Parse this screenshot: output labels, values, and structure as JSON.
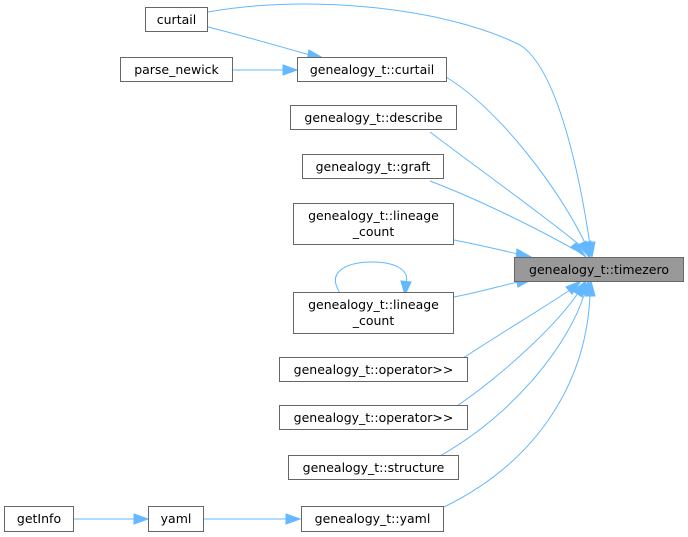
{
  "diagram": {
    "colors": {
      "edge": "#63b8ff",
      "node_border": "#666666",
      "focus_fill": "#999999",
      "background": "#ffffff"
    },
    "focus_node": "genealogy_t::timezero",
    "nodes": {
      "timezero": "genealogy_t::timezero",
      "curtail": "curtail",
      "parse_newick": "parse_newick",
      "gt_curtail": "genealogy_t::curtail",
      "describe": "genealogy_t::describe",
      "graft": "genealogy_t::graft",
      "lineage_count_1": [
        "genealogy_t::lineage",
        "_count"
      ],
      "lineage_count_2": [
        "genealogy_t::lineage",
        "_count"
      ],
      "operator_1": "genealogy_t::operator>>",
      "operator_2": "genealogy_t::operator>>",
      "structure": "genealogy_t::structure",
      "getInfo": "getInfo",
      "yaml": "yaml",
      "gt_yaml": "genealogy_t::yaml"
    }
  }
}
